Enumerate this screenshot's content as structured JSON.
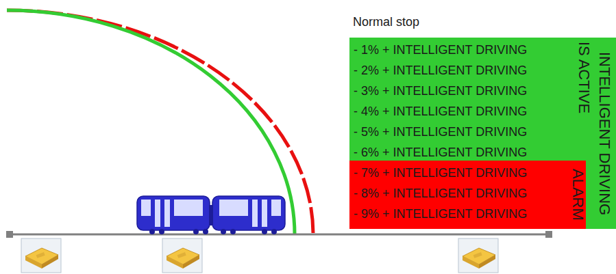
{
  "diagram": {
    "nodes": [
      {
        "text": [
          "Normal stop",
          "INTELLIGENT DRIVING"
        ]
      },
      {
        "text": [
          "- 1% + INTELLIGENT DRIVING",
          "- 2% + INTELLIGENT DRIVING",
          "- 3% + INTELLIGENT DRIVING",
          "- 4% + INTELLIGENT DRIVING",
          "- 5% + INTELLIGENT DRIVING",
          "- 6% + INTELLIGENT DRIVING",
          "IS ACTIVE"
        ],
        "in": 0
      },
      {
        "text": [
          "- 7% + INTELLIGENT DRIVING",
          "- 8% + INTELLIGENT DRIVING",
          "- 9% + INTELLIGENT DRIVING",
          "ALARM"
        ],
        "in": 0
      }
    ]
  }
}
